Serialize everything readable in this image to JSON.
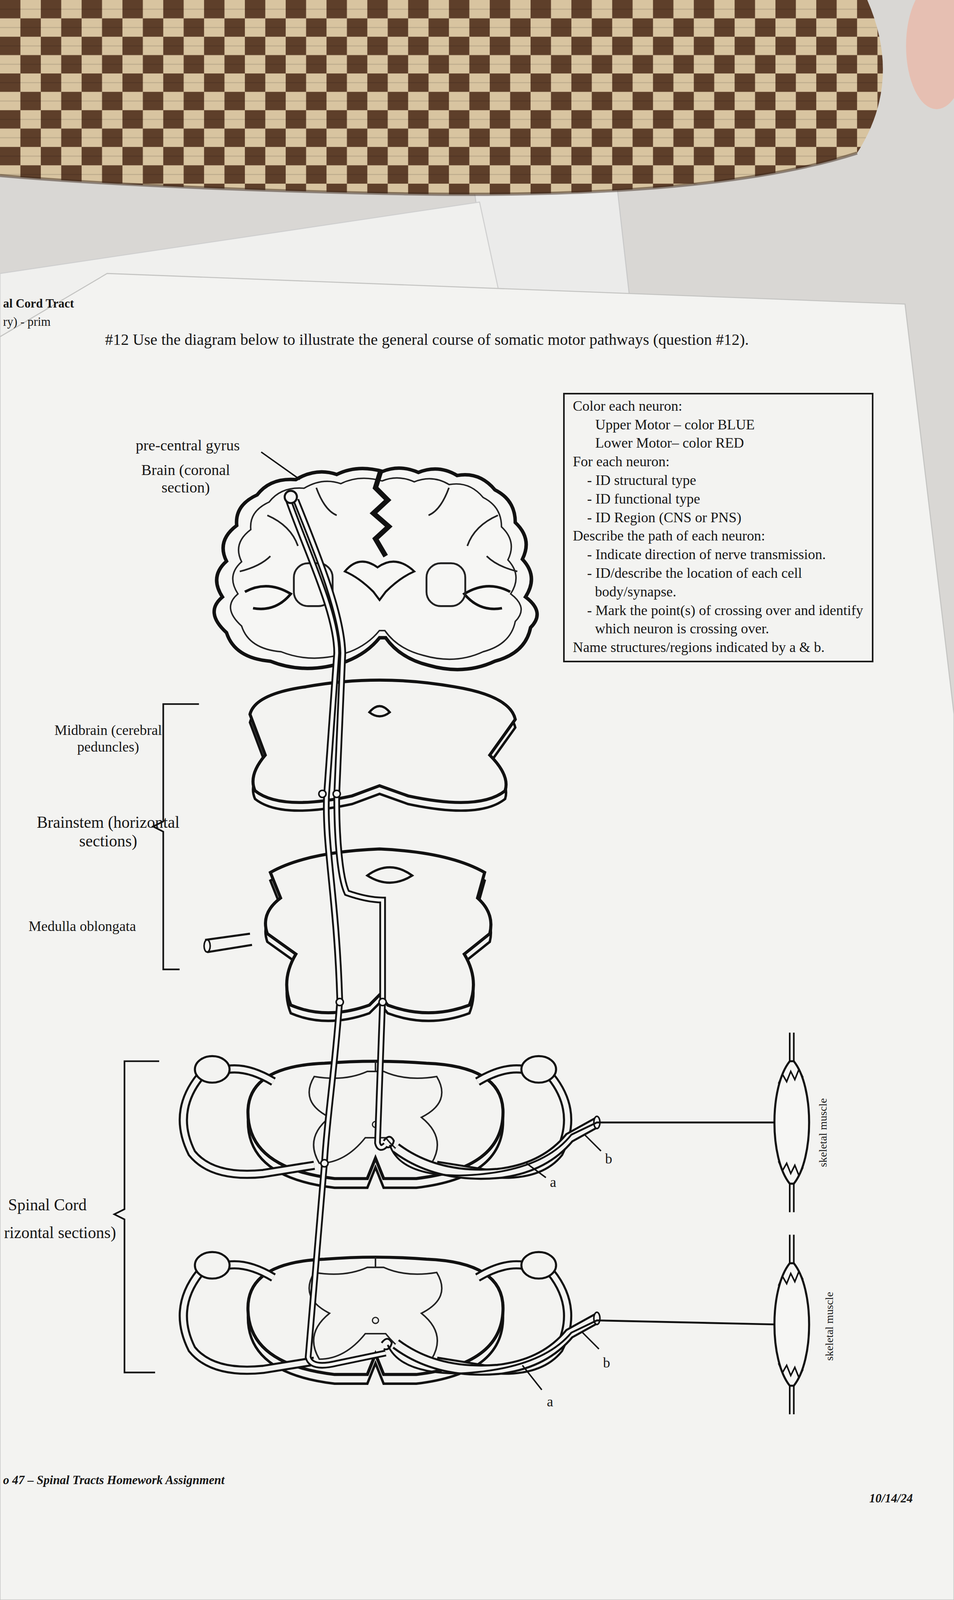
{
  "diagram": {
    "title": "#12 Use the diagram below to illustrate the general course of somatic motor pathways (question #12).",
    "nodes": [
      {
        "text": [
          "Color each neuron:",
          "Upper Motor – color BLUE",
          "Lower Motor– color RED",
          "For each neuron:",
          "- ID structural type",
          "- ID functional type",
          "- ID Region (CNS or PNS)",
          "Describe the path of each neuron:",
          "- Indicate direction of nerve transmission.",
          "- ID/describe the location of each cell body/synapse.",
          "- Mark the point(s) of crossing over and identify which neuron is crossing over.",
          "Name structures/regions indicated by a & b."
        ]
      }
    ],
    "labels": [
      "al Cord Tract",
      "ry) - prim",
      "pre-central gyrus",
      "Brain (coronal section)",
      "Midbrain (cerebral peduncles)",
      "Brainstem (horizontal sections)",
      "Medulla oblongata",
      "Spinal Cord",
      "rizontal sections)",
      "a",
      "b",
      "a",
      "b",
      "skeletal muscle",
      "skeletal muscle",
      "o 47 – Spinal Tracts Homework Assignment",
      "10/14/24"
    ]
  }
}
